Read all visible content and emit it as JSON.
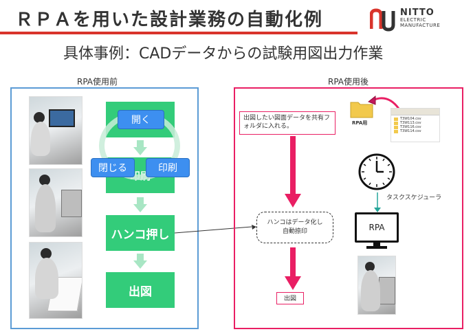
{
  "title": "ＲＰＡを用いた設計業務の自動化例",
  "subtitle": "具体事例：CADデータからの試験用図出力作業",
  "logo": {
    "name": "NITTO",
    "line1": "ELECTRIC",
    "line2": "MANUFACTURE",
    "brand_color": "#d9342b"
  },
  "before": {
    "label": "RPA使用前",
    "border_color": "#5b9bd5",
    "flow": {
      "step1": "開く",
      "step2": "印刷",
      "step3": "ハンコ押し",
      "step4": "出図",
      "loop_open": "開く",
      "loop_close": "閉じる",
      "loop_print": "印刷"
    }
  },
  "after": {
    "label": "RPA使用後",
    "border_color": "#e91e63",
    "note1": "出図したい図面データを共有フォルダに入れる。",
    "note2_line1": "ハンコはデータ化し",
    "note2_line2": "自動捺印",
    "note3": "出図",
    "folder_label": "RPA用",
    "files": [
      "T3W104.csv",
      "T3W113.csv",
      "T3W116.csv",
      "T3W114.csv"
    ],
    "scheduler_label": "タスクスケジューラ",
    "monitor_label": "RPA"
  },
  "colors": {
    "flow_green": "#33cc7a",
    "button_blue": "#3d8ff0",
    "accent_pink": "#e91e63"
  }
}
